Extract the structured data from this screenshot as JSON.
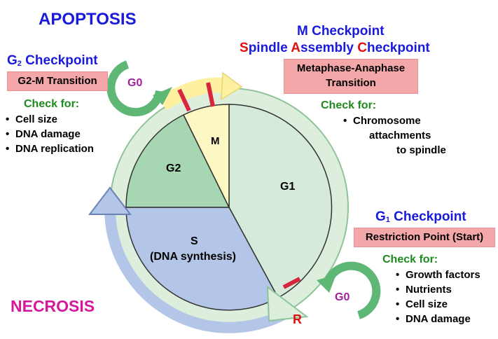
{
  "apoptosis": "APOPTOSIS",
  "necrosis": "NECROSIS",
  "phases": {
    "g0_top": "G0",
    "g0_bottom": "G0",
    "m": "M",
    "g2": "G2",
    "g1": "G1",
    "s": "S",
    "s_sub": "(DNA synthesis)",
    "r": "R"
  },
  "g2_checkpoint": {
    "title_g": "G",
    "title_sub": "2",
    "title_rest": " Checkpoint",
    "box": "G2-M Transition",
    "check_for": "Check for:",
    "items": [
      "Cell size",
      "DNA damage",
      "DNA replication"
    ]
  },
  "m_checkpoint": {
    "title": "M Checkpoint",
    "sac_s": "S",
    "sac_1": "pindle ",
    "sac_a": "A",
    "sac_2": "ssembly ",
    "sac_c": "C",
    "sac_3": "heckpoint",
    "box_line1": "Metaphase-Anaphase",
    "box_line2": "Transition",
    "check_for": "Check for:",
    "item_line1": "Chromosome",
    "item_line2": "attachments",
    "item_line3": "to spindle"
  },
  "g1_checkpoint": {
    "title_g": "G",
    "title_sub": "1",
    "title_rest": " Checkpoint",
    "box": "Restriction Point (Start)",
    "check_for": "Check for:",
    "items": [
      "Growth factors",
      "Nutrients",
      "Cell size",
      "DNA damage"
    ]
  },
  "colors": {
    "g1_fill": "#d5ead8",
    "g2_fill": "#a6d6b2",
    "s_fill": "#b4c6e7",
    "m_fill": "#fdf7c3",
    "pink_box": "#f4a7a9",
    "title_blue": "#1a1adb",
    "check_green": "#1e8a1e",
    "necrosis_magenta": "#d6189a"
  }
}
